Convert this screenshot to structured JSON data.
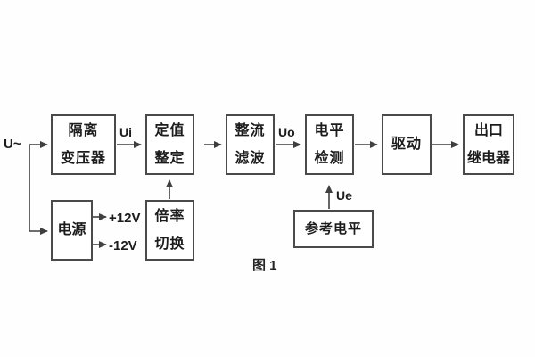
{
  "figure": {
    "caption": "图 1",
    "colors": {
      "line": "#3f3f3f",
      "border": "#4a4a4a",
      "text": "#1c1c1c",
      "background": "#ffffff"
    }
  },
  "blocks": {
    "isolation_transformer": {
      "line1": "隔离",
      "line2": "变压器"
    },
    "setting_adjust": {
      "line1": "定值",
      "line2": "整定"
    },
    "rectifier_filter": {
      "line1": "整流",
      "line2": "滤波"
    },
    "level_detect": {
      "line1": "电平",
      "line2": "检测"
    },
    "driver": {
      "line1": "驱动"
    },
    "output_relay": {
      "line1": "出口",
      "line2": "继电器"
    },
    "power_supply": {
      "line1": "电源"
    },
    "ratio_switch": {
      "line1": "倍率",
      "line2": "切换"
    },
    "reference_level": {
      "line1": "参考电平"
    }
  },
  "labels": {
    "input_voltage": "U~",
    "ui": "Ui",
    "uo": "Uo",
    "ue": "Ue",
    "plus_12v": "+12V",
    "minus_12v": "-12V"
  }
}
